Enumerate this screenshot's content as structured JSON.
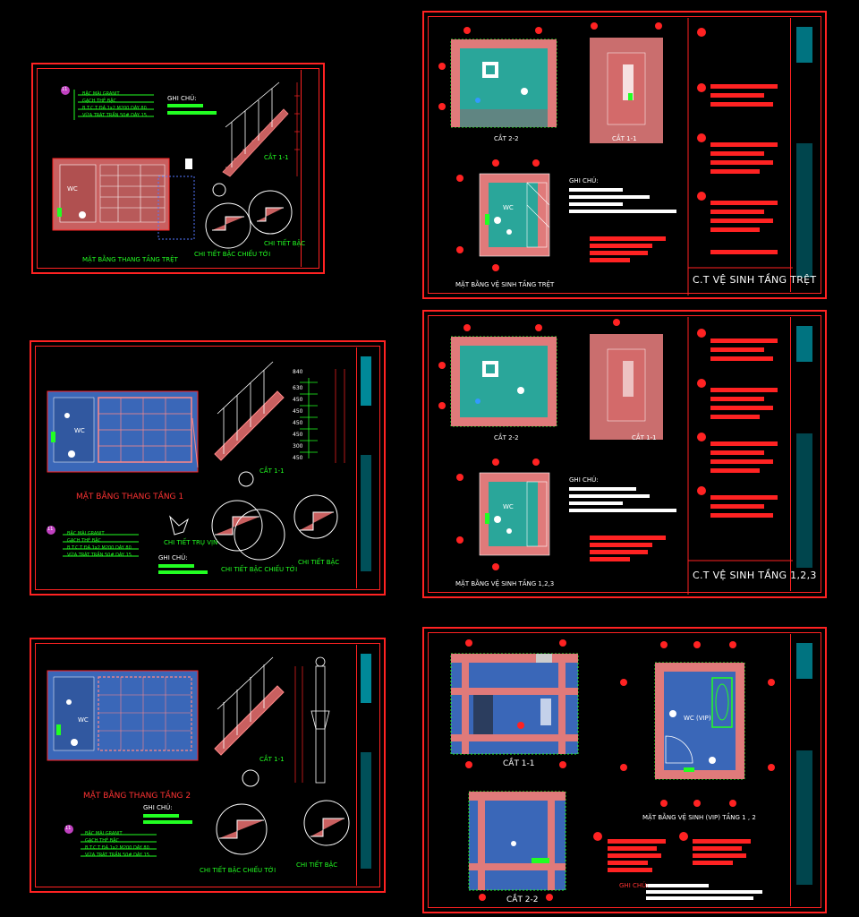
{
  "colors": {
    "background": "#000000",
    "frame": "#ff2222",
    "accent_green": "#22ff22",
    "accent_cyan": "#00e5ff",
    "tile_blue": "#3a67b8",
    "tile_pink": "#e07a7a",
    "tile_teal": "#2aa69a",
    "text_white": "#ffffff",
    "text_red": "#ff3333"
  },
  "sheets": [
    {
      "id": "stair-ground",
      "plan_label": "MẶT BẰNG THANG TẦNG TRỆT",
      "section_label": "CẮT 1-1",
      "detail1_label": "CHI TIẾT BẬC CHIẾU TỚI",
      "detail2_label": "CHI TIẾT BẬC",
      "wc": "WC",
      "note_label": "GHI CHÚ:",
      "legend": [
        "BẬC MÀI GRANIT",
        "GẠCH THẺ BẬC",
        "B.T.C.T ĐÁ 1x2 M200 DÀY 80",
        "VỮA TRÁT TRẦN 50# DÀY 15"
      ],
      "legend_marker": "11"
    },
    {
      "id": "stair-1",
      "plan_label": "MẶT BẰNG THANG TẦNG 1",
      "section_label": "CẮT 1-1",
      "detail1_label": "CHI TIẾT BẬC CHIẾU TỚI",
      "detail2_label": "CHI TIẾT BẬC",
      "detail3_label": "CHI TIẾT TRỤ VỊN",
      "wc": "WC",
      "note_label": "GHI CHÚ:",
      "legend": [
        "BẬC MÀI GRANIT",
        "GẠCH THẺ BẬC",
        "B.T.C.T ĐÁ 1x2 M200 DÀY 80",
        "VỮA TRÁT TRẦN 50# DÀY 15"
      ],
      "legend_marker": "11",
      "dims": [
        "840",
        "630",
        "450",
        "450",
        "450",
        "450",
        "300",
        "450"
      ]
    },
    {
      "id": "stair-2",
      "plan_label": "MẶT BẰNG THANG TẦNG 2",
      "section_label": "CẮT 1-1",
      "detail1_label": "CHI TIẾT BẬC CHIẾU TỚI",
      "detail2_label": "CHI TIẾT BẬC",
      "wc": "WC",
      "note_label": "GHI CHÚ:",
      "legend": [
        "BẬC MÀI GRANIT",
        "GẠCH THẺ BẬC",
        "B.T.C.T ĐÁ 1x2 M200 DÀY 80",
        "VỮA TRÁT TRẦN 50# DÀY 15"
      ],
      "legend_marker": "11"
    },
    {
      "id": "wc-ground",
      "sheet_title": "C.T VỆ SINH TẦNG TRỆT",
      "cut22": "CẮT 2-2",
      "cut11": "CẮT 1-1",
      "plan_label": "MẶT BẰNG VỆ SINH TẦNG TRỆT",
      "wc": "WC",
      "note_label": "GHI CHÚ:"
    },
    {
      "id": "wc-123",
      "sheet_title": "C.T VỆ SINH TẦNG 1,2,3",
      "cut22": "CẮT 2-2",
      "cut11": "CẮT 1-1",
      "plan_label": "MẶT BẰNG VỆ SINH TẦNG 1,2,3",
      "wc": "WC",
      "note_label": "GHI CHÚ:"
    },
    {
      "id": "wc-vip",
      "cut11": "CẮT 1-1",
      "cut22": "CẮT 2-2",
      "plan_label": "MẶT BẰNG VỆ SINH (VIP) TẦNG 1 , 2",
      "wc": "WC (VIP)",
      "note_label": "GHI CHÚ:"
    }
  ]
}
